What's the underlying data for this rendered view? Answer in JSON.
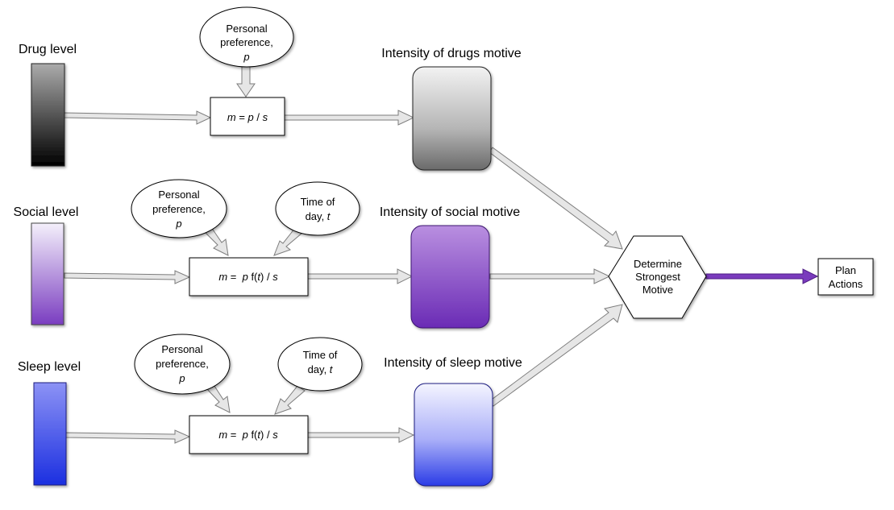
{
  "colors": {
    "drug_gradient": [
      "#ababab",
      "#000000"
    ],
    "social_gradient": [
      "#f4f0fb",
      "#7a3dc0"
    ],
    "sleep_gradient": [
      "#8c92f5",
      "#1b2fe0"
    ],
    "arrow_gray": "#e6e6e6",
    "arrow_purple": "#7a3bbd"
  },
  "rows": [
    {
      "level_label": "Drug level",
      "preference": {
        "line1": "Personal",
        "line2": "preference,",
        "var": "p"
      },
      "formula": {
        "lhs": "m",
        "eq": " = ",
        "rhs_a": "p",
        "rhs_b": " / ",
        "rhs_c": "s"
      },
      "intensity_label": "Intensity of drugs motive"
    },
    {
      "level_label": "Social level",
      "preference": {
        "line1": "Personal",
        "line2": "preference,",
        "var": "p"
      },
      "time": {
        "line1": "Time of",
        "line2": "day, ",
        "var": "t"
      },
      "formula": {
        "lhs": "m",
        "eq": " =  ",
        "rhs_a": "p",
        "rhs_b": " f(",
        "rhs_c": "t",
        "rhs_d": ") / ",
        "rhs_e": "s"
      },
      "intensity_label": "Intensity of social motive"
    },
    {
      "level_label": "Sleep level",
      "preference": {
        "line1": "Personal",
        "line2": "preference,",
        "var": "p"
      },
      "time": {
        "line1": "Time of",
        "line2": "day, ",
        "var": "t"
      },
      "formula": {
        "lhs": "m",
        "eq": " =  ",
        "rhs_a": "p",
        "rhs_b": " f(",
        "rhs_c": "t",
        "rhs_d": ") / ",
        "rhs_e": "s"
      },
      "intensity_label": "Intensity of sleep motive"
    }
  ],
  "decision": {
    "line1": "Determine",
    "line2": "Strongest",
    "line3": "Motive"
  },
  "plan": {
    "line1": "Plan",
    "line2": "Actions"
  }
}
